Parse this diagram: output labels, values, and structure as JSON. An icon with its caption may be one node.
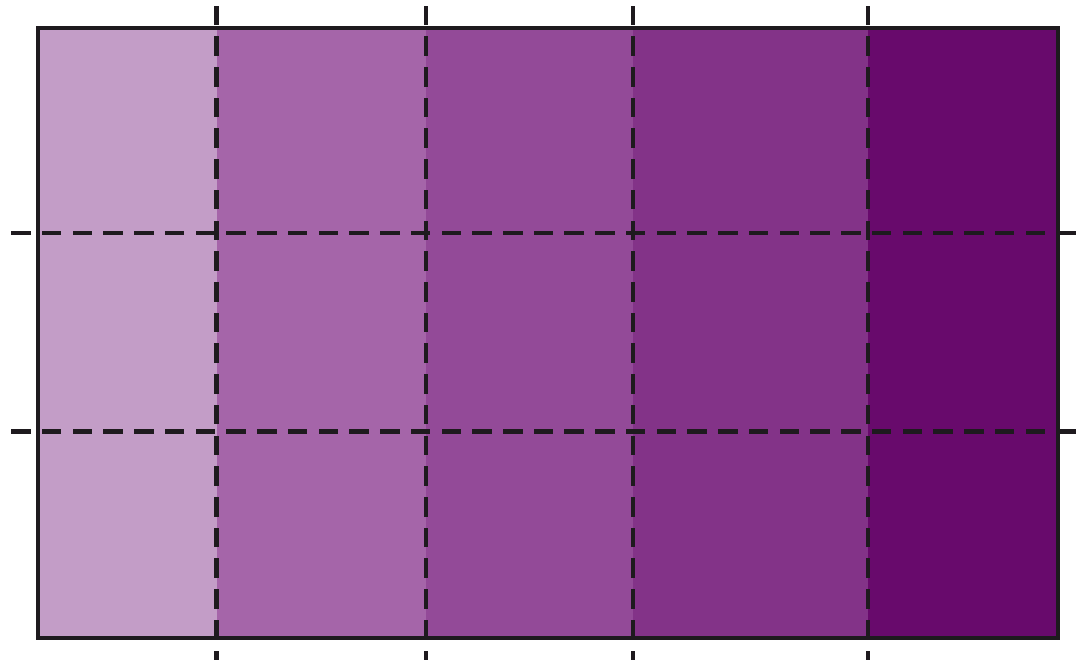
{
  "diagram": {
    "nodes": [
      {
        "text": [],
        "shape": "box"
      },
      {
        "text": [],
        "shape": "box"
      },
      {
        "text": [],
        "shape": "box"
      },
      {
        "text": [],
        "shape": "box"
      },
      {
        "text": [],
        "shape": "box"
      }
    ]
  }
}
